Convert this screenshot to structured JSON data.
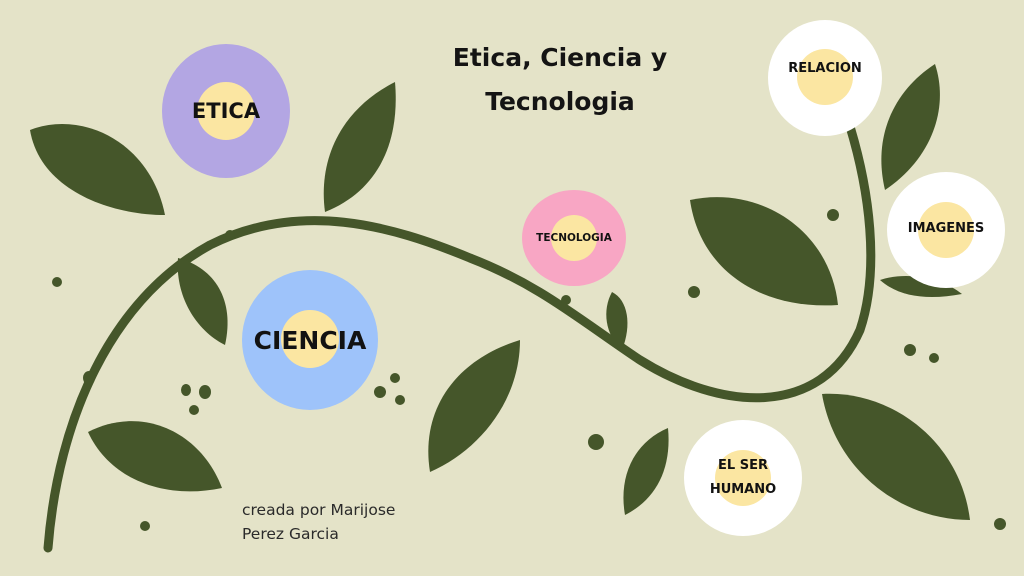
{
  "title": "Etica, Ciencia y Tecnologia",
  "credit": "creada por Marijose Perez Garcia",
  "colors": {
    "background": "#e4e3c8",
    "vine": "#45562a",
    "etica": "#b3a6e3",
    "ciencia": "#9ec3fa",
    "tecnologia": "#f8a6c4",
    "white_node": "#ffffff",
    "core": "#fbe6a2"
  },
  "nodes": {
    "etica": "ETICA",
    "ciencia": "CIENCIA",
    "tecnologia": "TECNOLOGIA",
    "relacion": "RELACION",
    "imagenes": "IMAGENES",
    "el_ser_humano": "EL SER HUMANO"
  }
}
